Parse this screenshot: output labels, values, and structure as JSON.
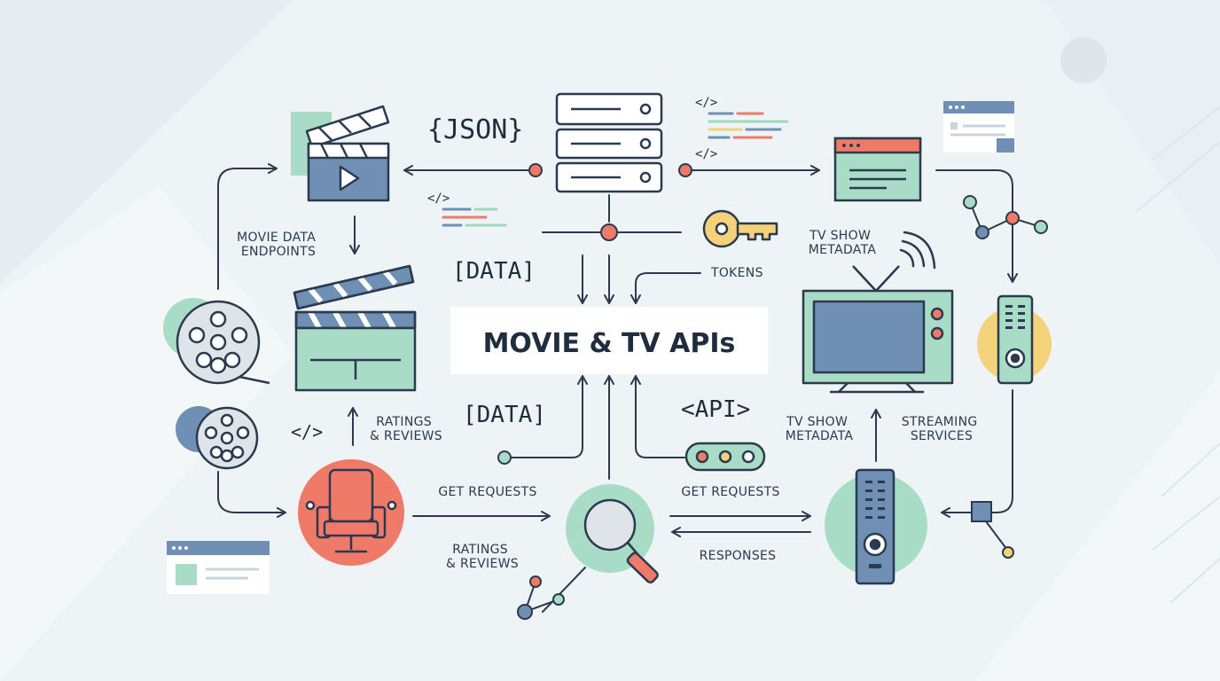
{
  "title": "MOVIE & TV APIs",
  "labels": {
    "json": "{JSON}",
    "data_top": "[DATA]",
    "data_bottom": "[DATA]",
    "api": "<API>",
    "movie_data_endpoints": [
      "MOVIE DATA",
      "ENDPOINTS"
    ],
    "tokens": "TOKENS",
    "tv_show_metadata_top": [
      "TV SHOW",
      "METADATA"
    ],
    "ratings_reviews_top": [
      "RATINGS",
      "& REVIEWS"
    ],
    "ratings_reviews_bottom": [
      "RATINGS",
      "& REVIEWS"
    ],
    "get_requests_left": "GET REQUESTS",
    "get_requests_right": "GET REQUESTS",
    "responses": "RESPONSES",
    "tv_show_metadata_bottom": [
      "TV SHOW",
      "METADATA"
    ],
    "streaming_services": [
      "STREAMING",
      "SERVICES"
    ]
  },
  "code_tags": [
    "</>",
    "</>",
    "</>",
    "</>"
  ],
  "icons": [
    "clapperboard-play-icon",
    "server-icon",
    "browser-window-icon",
    "key-icon",
    "film-reel-icon",
    "clapperboard-icon",
    "tv-icon",
    "remote-control-icon",
    "cinema-chair-icon",
    "magnifier-icon",
    "toggle-pill-icon",
    "wifi-signal-icon",
    "network-graph-icon"
  ],
  "colors": {
    "ink": "#2b3a4e",
    "mint": "#9fd9bf",
    "blue": "#6f8fb5",
    "coral": "#ef7a68",
    "yellow": "#f3d27a",
    "background": "#eef3f5"
  }
}
